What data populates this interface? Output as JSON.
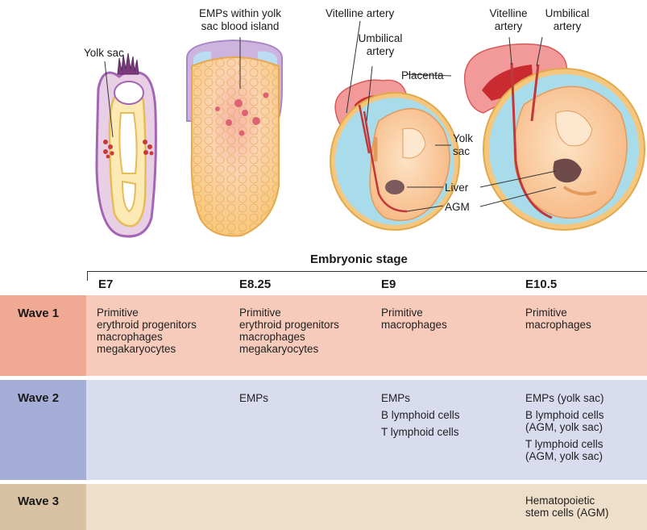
{
  "labels": {
    "yolk_sac": "Yolk sac",
    "emps_line1": "EMPs within yolk",
    "emps_line2": "sac blood island",
    "vitelline_artery_a": "Vitelline artery",
    "umbilical_artery_a1": "Umbilical",
    "umbilical_artery_a2": "artery",
    "placenta": "Placenta",
    "yolk_sac_b1": "Yolk",
    "yolk_sac_b2": "sac",
    "liver": "Liver",
    "agm": "AGM",
    "vitelline_artery_b1": "Vitelline",
    "vitelline_artery_b2": "artery",
    "umbilical_artery_b1": "Umbilical",
    "umbilical_artery_b2": "artery"
  },
  "table": {
    "title": "Embryonic stage",
    "stages": [
      "E7",
      "E8.25",
      "E9",
      "E10.5"
    ],
    "waves": [
      {
        "label": "Wave 1",
        "cells": [
          [
            "Primitive",
            "erythroid progenitors",
            "macrophages",
            "megakaryocytes"
          ],
          [
            "Primitive",
            "erythroid progenitors",
            "macrophages",
            "megakaryocytes"
          ],
          [
            "Primitive",
            "macrophages"
          ],
          [
            "Primitive",
            "macrophages"
          ]
        ]
      },
      {
        "label": "Wave 2",
        "cells": [
          [],
          [
            "EMPs"
          ],
          [
            "EMPs",
            "B lymphoid cells",
            "T lymphoid cells"
          ],
          [
            "EMPs (yolk sac)",
            "B lymphoid cells",
            "(AGM, yolk sac)",
            "T lymphoid cells",
            "(AGM, yolk sac)"
          ]
        ]
      },
      {
        "label": "Wave 3",
        "cells": [
          [],
          [],
          [],
          [
            "Hematopoietic",
            "stem cells (AGM)"
          ]
        ]
      }
    ]
  },
  "colors": {
    "wave1_band": "#f6cbbb",
    "wave1_head": "#f0a993",
    "wave2_band": "#d9dbef",
    "wave2_head": "#a5aed6",
    "wave3_band": "#eedfcb",
    "wave3_head": "#d9c2a4",
    "yolk_purple": "#b98bc4",
    "tissue_yellow": "#f7d98a",
    "embryo_peach": "#fbd2a6",
    "placenta_red": "#d9383a",
    "sac_blue": "#a9dcea",
    "liver_brown": "#7a5a5a"
  }
}
